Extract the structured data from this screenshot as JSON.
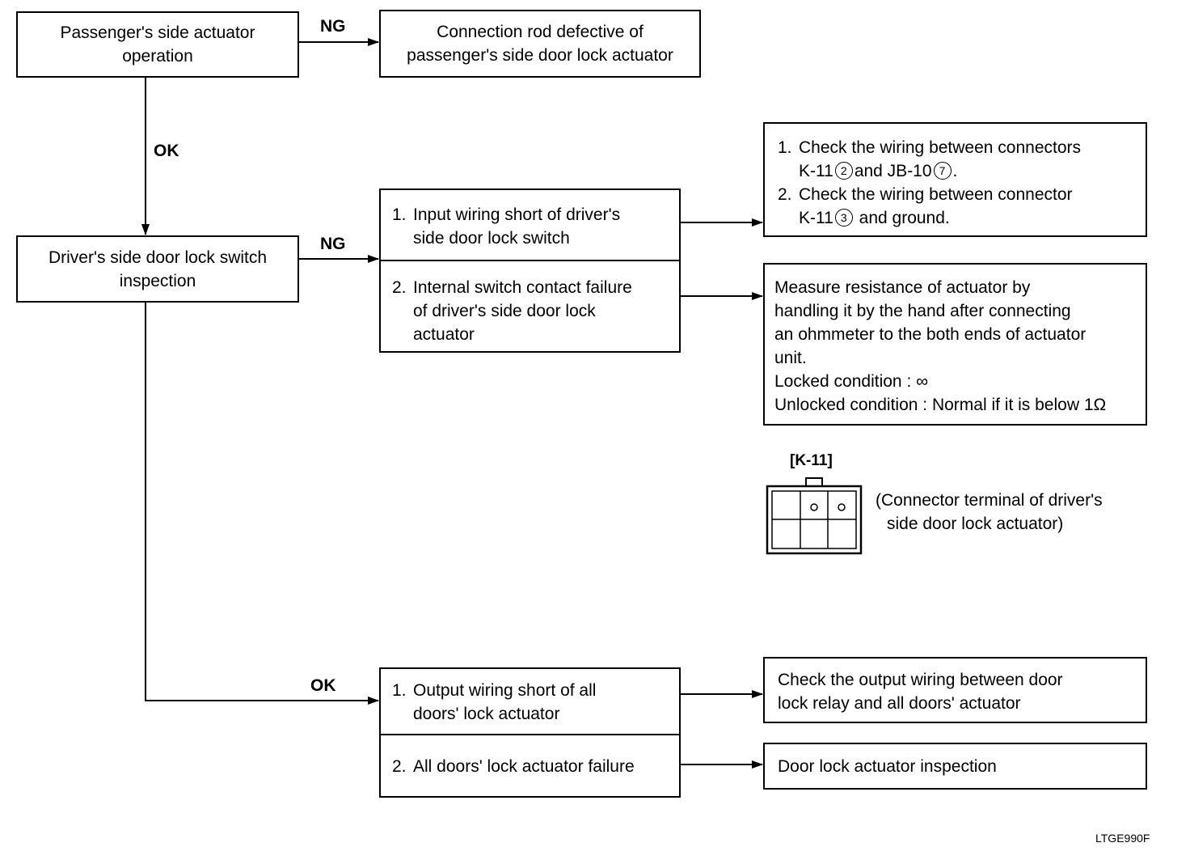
{
  "flow": {
    "passenger_actuator": {
      "line1": "Passenger's side actuator",
      "line2": "operation"
    },
    "rod_defective": {
      "line1": "Connection rod defective of",
      "line2": "passenger's side door lock actuator"
    },
    "driver_switch": {
      "line1": "Driver's side door lock switch",
      "line2": "inspection"
    },
    "cause_input_short": {
      "num": "1.",
      "line1": "Input wiring short of driver's",
      "line2": "side door lock switch"
    },
    "cause_contact_failure": {
      "num": "2.",
      "line1": "Internal switch contact failure",
      "line2": "of driver's side door lock",
      "line3": "actuator"
    },
    "check_wiring": {
      "item1": {
        "num": "1.",
        "line1": "Check the wiring between connectors",
        "line2_a": "K-11",
        "line2_c1": "2",
        "line2_b": "and JB-10",
        "line2_c2": "7",
        "line2_end": "."
      },
      "item2": {
        "num": "2.",
        "line1": "Check the wiring between connector",
        "line2_a": "K-11",
        "line2_c1": "3",
        "line2_b": " and ground."
      }
    },
    "measure_resistance": {
      "line1": "Measure resistance of actuator by",
      "line2": "handling it by the hand after connecting",
      "line3": "an ohmmeter to the both ends of actuator",
      "line4": "unit.",
      "line5": "Locked condition : ∞",
      "line6": "Unlocked condition : Normal if it is below 1Ω"
    },
    "cause_output_short": {
      "num": "1.",
      "line1": "Output wiring short of all",
      "line2": "doors' lock actuator"
    },
    "cause_actuator_failure": {
      "num": "2.",
      "line1": "All doors' lock actuator failure"
    },
    "check_output_wiring": {
      "line1": "Check the output wiring between door",
      "line2": "lock relay and all doors' actuator"
    },
    "actuator_inspection": {
      "line1": "Door lock actuator inspection"
    }
  },
  "labels": {
    "ng_top": "NG",
    "ok_left": "OK",
    "ng_mid": "NG",
    "ok_bottom": "OK"
  },
  "connector": {
    "title": "[K-11]",
    "caption_line1": "(Connector terminal of driver's",
    "caption_line2": "side door lock actuator)"
  },
  "figure_code": "LTGE990F"
}
